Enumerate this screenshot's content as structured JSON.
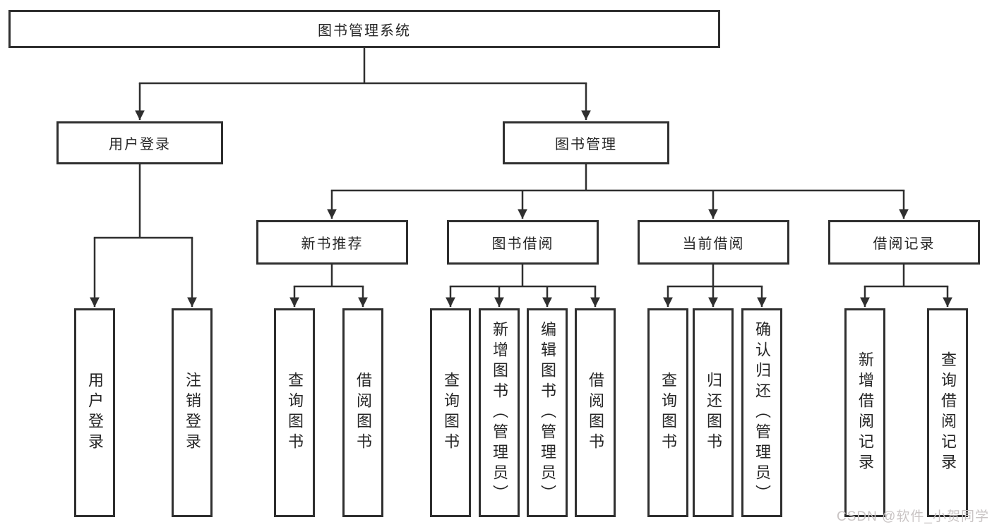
{
  "tree": {
    "root": {
      "label": "图书管理系统",
      "children": [
        {
          "label": "用户登录",
          "children": [
            {
              "label": "用户登录"
            },
            {
              "label": "注销登录"
            }
          ]
        },
        {
          "label": "图书管理",
          "children": [
            {
              "label": "新书推荐",
              "children": [
                {
                  "label": "查询图书"
                },
                {
                  "label": "借阅图书"
                }
              ]
            },
            {
              "label": "图书借阅",
              "children": [
                {
                  "label": "查询图书"
                },
                {
                  "label": "新增图书（管理员）"
                },
                {
                  "label": "编辑图书（管理员）"
                },
                {
                  "label": "借阅图书"
                }
              ]
            },
            {
              "label": "当前借阅",
              "children": [
                {
                  "label": "查询图书"
                },
                {
                  "label": "归还图书"
                },
                {
                  "label": "确认归还（管理员）"
                }
              ]
            },
            {
              "label": "借阅记录",
              "children": [
                {
                  "label": "新增借阅记录"
                },
                {
                  "label": "查询借阅记录"
                }
              ]
            }
          ]
        }
      ]
    }
  },
  "watermark": {
    "text": "CSDN @软件_小贺同学"
  },
  "colors": {
    "line": "#2f2f2f",
    "text": "#262626",
    "background": "#ffffff",
    "watermark": "#c9c4c4"
  }
}
